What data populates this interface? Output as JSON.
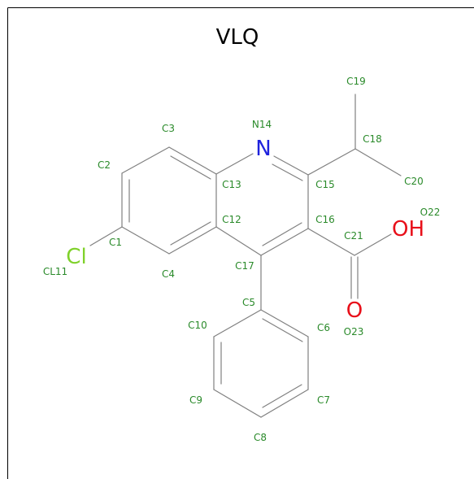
{
  "title": "VLQ",
  "colors": {
    "bond": "#808080",
    "label": "#2a8a2a",
    "nitrogen": "#1f22dd",
    "oxygen": "#e8101a",
    "chlorine": "#7fd12a",
    "frame": "#000000"
  },
  "elements": {
    "n": "N",
    "oh": "OH",
    "o": "O",
    "cl": "Cl"
  },
  "atom_labels": {
    "c1": "C1",
    "c2": "C2",
    "c3": "C3",
    "c4": "C4",
    "c5": "C5",
    "c6": "C6",
    "c7": "C7",
    "c8": "C8",
    "c9": "C9",
    "c10": "C10",
    "cl11": "CL11",
    "c12": "C12",
    "c13": "C13",
    "n14": "N14",
    "c15": "C15",
    "c16": "C16",
    "c17": "C17",
    "c18": "C18",
    "c19": "C19",
    "c20": "C20",
    "c21": "C21",
    "o22": "O22",
    "o23": "O23"
  }
}
